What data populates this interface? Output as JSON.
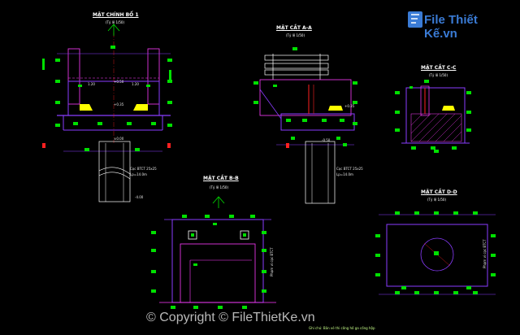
{
  "titles": {
    "main_elevation": "MẶT CHÍNH BỐ 1",
    "section_aa": "MẶT CẮT A-A",
    "section_cc": "MẶT CẮT C-C",
    "section_bb": "MẶT CẮT B-B",
    "section_dd": "MẶT CẮT D-D"
  },
  "scales": {
    "main_elevation": "(Tỷ lệ 1/50)",
    "section_aa": "(Tỷ lệ 1/50)",
    "section_cc": "(Tỷ lệ 1/50)",
    "section_bb": "(Tỷ lệ 1/50)",
    "section_dd": "(Tỷ lệ 1/50)"
  },
  "elevations": {
    "e1": "+0.50",
    "e2": "+0.35",
    "e3": "±0.00",
    "e4": "-0.50",
    "e5": "-4.00",
    "e6": "+0.35"
  },
  "pile_notes": {
    "main_1": "Cọc BTCT 25x25",
    "main_2": "Lp=14.0m",
    "aa_1": "Cọc BTCT 25x25",
    "aa_2": "Lp=14.0m"
  },
  "dimensions": {
    "d1": "1.20",
    "d2": "1.20"
  },
  "labels": {
    "vertical_bb": "Phạm vi cọc BTCT",
    "vertical_dd": "Phạm vi cọc BTCT"
  },
  "brand": {
    "name": "File Thiết Kế.vn",
    "watermark": "© Copyright © FileThietKe.vn"
  },
  "note": "Ghi chú: Bản vẽ thi công hố ga cống hộp",
  "colors": {
    "green": "#00e000",
    "purple": "#8a3cff",
    "magenta": "#ff3cff",
    "yellow": "#ffff00",
    "red": "#ff2020",
    "white": "#ffffff",
    "cyan": "#3a7bd5"
  }
}
